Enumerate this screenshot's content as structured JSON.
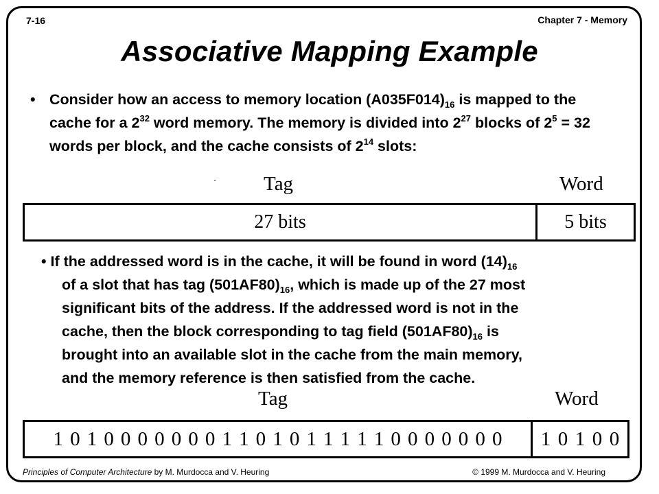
{
  "header": {
    "slide_number": "7-16",
    "chapter": "Chapter 7 - Memory"
  },
  "title": "Associative Mapping Example",
  "paragraph1": {
    "bullet": "•",
    "t1": "Consider how an access to memory location (A035F014)",
    "s1": "16",
    "t2": " is mapped to the cache for a 2",
    "p1": "32",
    "t3": " word memory.  The memory is divided into 2",
    "p2": "27",
    "t4": " blocks of 2",
    "p3": "5",
    "t5": " = 32 words per block, and the cache consists of 2",
    "p4": "14",
    "t6": " slots:"
  },
  "diagram1": {
    "tag_label": "Tag",
    "word_label": "Word",
    "tag_bits": "27 bits",
    "word_bits": "5 bits"
  },
  "paragraph2": {
    "l1a": "• If the addressed word is in the cache, it will be found in word (14)",
    "l1s": "16",
    "l2a": "of a slot that has tag (501AF80)",
    "l2s": "16",
    "l2b": ", which is made up of the 27 most",
    "l3": "significant bits of the address. If the addressed word is not in the",
    "l4a": "cache, then the block corresponding to tag field (501AF80)",
    "l4s": "16",
    "l4b": " is",
    "l5": "brought into an available slot in the cache from the main memory,",
    "l6": "and the memory reference is then satisfied from the cache."
  },
  "diagram2": {
    "tag_label": "Tag",
    "word_label": "Word",
    "tag_bits": [
      "1",
      "0",
      "1",
      "0",
      "0",
      "0",
      "0",
      "0",
      "0",
      "0",
      "1",
      "1",
      "0",
      "1",
      "0",
      "1",
      "1",
      "1",
      "1",
      "1",
      "0",
      "0",
      "0",
      "0",
      "0",
      "0",
      "0"
    ],
    "word_bits": [
      "1",
      "0",
      "1",
      "0",
      "0"
    ]
  },
  "footer": {
    "book_title": "Principles of Computer Architecture",
    "authors": " by M. Murdocca and V. Heuring",
    "copyright": "© 1999 M. Murdocca and V. Heuring"
  }
}
